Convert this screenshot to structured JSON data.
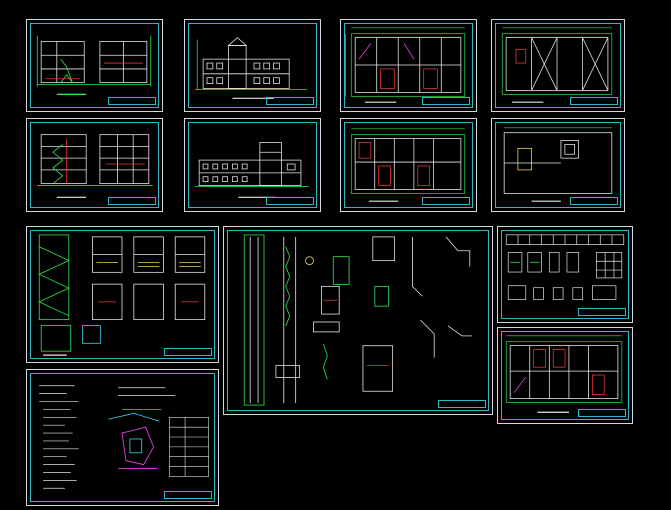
{
  "canvas": {
    "background": "#000000"
  },
  "colors": {
    "frame": "#cfd8dc",
    "inner_frame": "#2fb7c8",
    "lines_green": "#2ee84c",
    "lines_white": "#e6e6e6",
    "lines_red": "#e23a3a",
    "lines_magenta": "#e040e0",
    "lines_cyan": "#3fd6e8",
    "lines_yellow": "#e8d84a"
  },
  "sheets": [
    {
      "id": "elevation-sections-1",
      "icon": "section-drawing-icon"
    },
    {
      "id": "front-elevation",
      "icon": "elevation-drawing-icon"
    },
    {
      "id": "floor-plan-1",
      "icon": "floor-plan-icon"
    },
    {
      "id": "floor-plan-2",
      "icon": "floor-plan-icon"
    },
    {
      "id": "sections-2",
      "icon": "section-drawing-icon"
    },
    {
      "id": "side-elevation",
      "icon": "elevation-drawing-icon"
    },
    {
      "id": "floor-plan-3",
      "icon": "floor-plan-icon"
    },
    {
      "id": "roof-plan",
      "icon": "roof-plan-icon"
    },
    {
      "id": "stair-details",
      "icon": "detail-drawing-icon"
    },
    {
      "id": "wall-details",
      "icon": "detail-drawing-icon"
    },
    {
      "id": "door-window-schedule",
      "icon": "schedule-table-icon"
    },
    {
      "id": "floor-plan-4",
      "icon": "floor-plan-icon"
    },
    {
      "id": "site-plan-notes",
      "icon": "site-plan-icon"
    }
  ]
}
